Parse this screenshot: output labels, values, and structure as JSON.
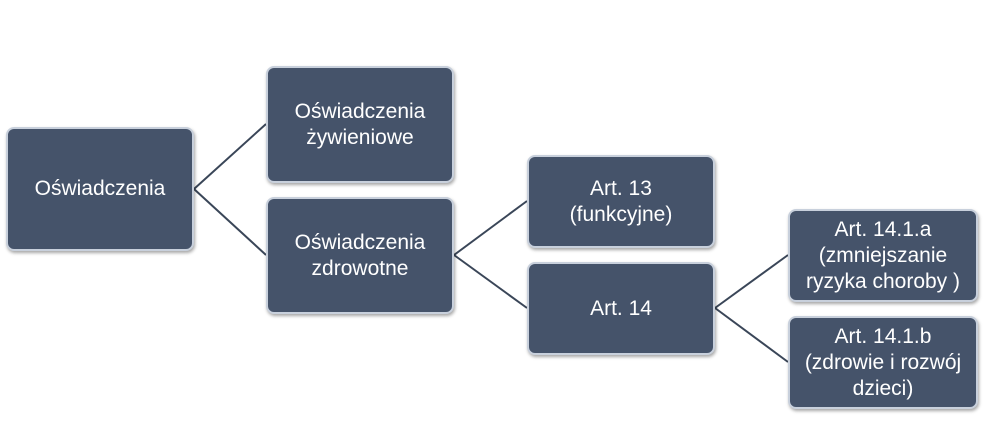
{
  "nodes": {
    "root": "Oświadczenia",
    "nutrition": "Oświadczenia\nżywieniowe",
    "health": "Oświadczenia\nzdrowotne",
    "art13": "Art. 13\n(funkcyjne)",
    "art14": "Art. 14",
    "art14_1_a": "Art. 14.1.a\n(zmniejszanie\nryzyka choroby )",
    "art14_1_b": "Art. 14.1.b\n(zdrowie i rozwój\ndzieci)"
  },
  "colors": {
    "node_fill": "#45536a",
    "node_border": "#c8d0dc",
    "connector": "#3a4658",
    "text": "#ffffff"
  }
}
